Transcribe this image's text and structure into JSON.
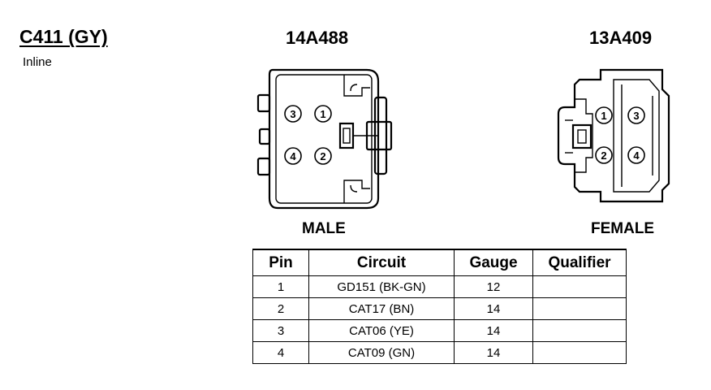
{
  "connector": {
    "id": "C411 (GY)",
    "location": "Inline"
  },
  "male": {
    "part_number": "14A488",
    "label": "MALE",
    "pins": [
      "3",
      "1",
      "4",
      "2"
    ]
  },
  "female": {
    "part_number": "13A409",
    "label": "FEMALE",
    "pins": [
      "1",
      "3",
      "2",
      "4"
    ]
  },
  "table": {
    "headers": [
      "Pin",
      "Circuit",
      "Gauge",
      "Qualifier"
    ],
    "rows": [
      {
        "pin": "1",
        "circuit": "GD151 (BK-GN)",
        "gauge": "12",
        "qualifier": ""
      },
      {
        "pin": "2",
        "circuit": "CAT17 (BN)",
        "gauge": "14",
        "qualifier": ""
      },
      {
        "pin": "3",
        "circuit": "CAT06 (YE)",
        "gauge": "14",
        "qualifier": ""
      },
      {
        "pin": "4",
        "circuit": "CAT09 (GN)",
        "gauge": "14",
        "qualifier": ""
      }
    ]
  }
}
